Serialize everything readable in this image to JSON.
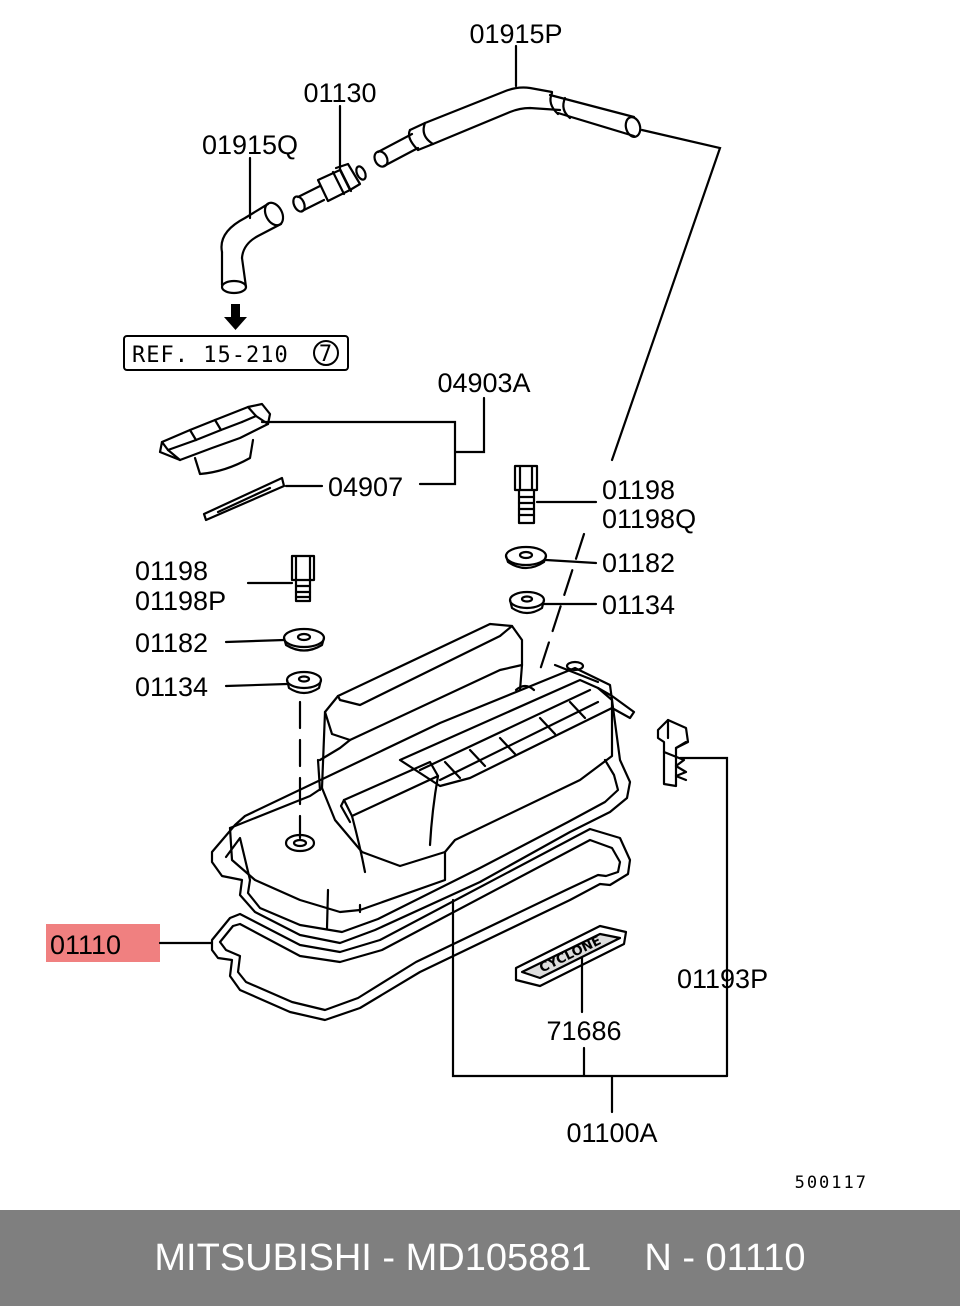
{
  "diagram": {
    "labels": {
      "p01915P": "01915P",
      "p01130": "01130",
      "p01915Q": "01915Q",
      "p04903A": "04903A",
      "p04907": "04907",
      "p01198_right": "01198",
      "p01198Q": "01198Q",
      "p01182_right": "01182",
      "p01134_right": "01134",
      "p01198_left": "01198",
      "p01198P": "01198P",
      "p01182_left": "01182",
      "p01134_left": "01134",
      "p01110": "01110",
      "p01193P": "01193P",
      "p71686": "71686",
      "p01100A": "01100A"
    },
    "reference": {
      "text": "REF. 15-210",
      "circled_number": "7"
    },
    "emblem_text": "CYCLONE",
    "drawing_code": "500117",
    "highlight_color": "#f08080"
  },
  "footer": {
    "text": "MITSUBISHI - MD105881     N - 01110"
  }
}
